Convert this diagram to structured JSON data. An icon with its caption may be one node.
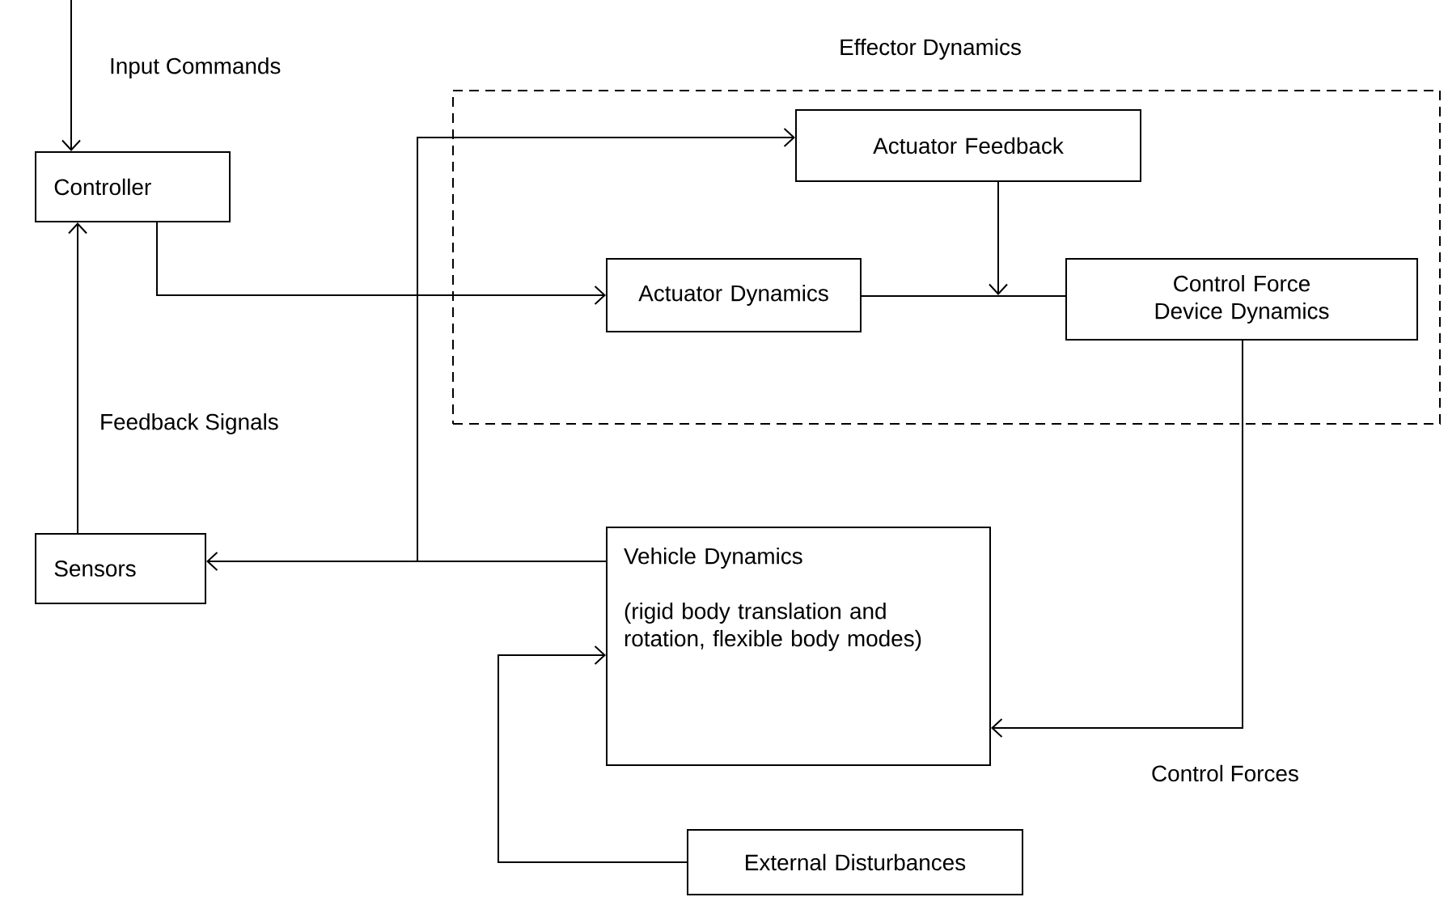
{
  "diagram": {
    "nodes": [
      {
        "text": [
          "Controller"
        ]
      },
      {
        "text": [
          "Effector Dynamics"
        ]
      },
      {
        "text": [
          "Actuator Feedback"
        ],
        "in": 1
      },
      {
        "text": [
          "Actuator Dynamics"
        ],
        "in": 1
      },
      {
        "text": [
          "Control Force Device Dynamics"
        ],
        "in": 1
      },
      {
        "text": [
          "Sensors"
        ]
      },
      {
        "text": [
          "Vehicle Dynamics",
          "(rigid body translation and rotation, flexible body modes)"
        ]
      },
      {
        "text": [
          "External Disturbances"
        ]
      }
    ],
    "edges": [
      {
        "from": null,
        "to": 0,
        "arrow": "to",
        "label": "Input Commands"
      },
      {
        "from": 0,
        "to": 3,
        "arrow": "to"
      },
      {
        "from": 2,
        "to": null,
        "arrow": "to"
      },
      {
        "from": 3,
        "to": 4,
        "arrow": "none"
      },
      {
        "from": 4,
        "to": 6,
        "arrow": "to",
        "label": "Control Forces"
      },
      {
        "from": 6,
        "to": 5,
        "arrow": "to"
      },
      {
        "from": 6,
        "to": 2,
        "arrow": "to"
      },
      {
        "from": 5,
        "to": 0,
        "arrow": "to",
        "label": "Feedback Signals"
      },
      {
        "from": 7,
        "to": 6,
        "arrow": "to"
      }
    ]
  }
}
